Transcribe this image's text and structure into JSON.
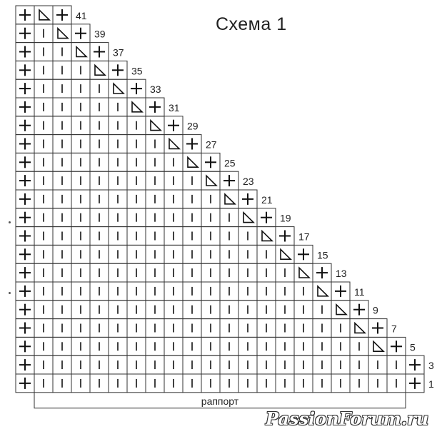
{
  "title": "Схема 1",
  "repeat_label": "раппорт",
  "watermark": "PassionForum.ru",
  "legend_icons": {
    "plus": "plus-stitch-icon",
    "bar": "bar-stitch-icon",
    "triangle": "decrease-triangle-icon"
  },
  "rows": [
    {
      "number": "41",
      "bars": 0
    },
    {
      "number": "39",
      "bars": 1
    },
    {
      "number": "37",
      "bars": 2
    },
    {
      "number": "35",
      "bars": 3
    },
    {
      "number": "33",
      "bars": 4
    },
    {
      "number": "31",
      "bars": 5
    },
    {
      "number": "29",
      "bars": 6
    },
    {
      "number": "27",
      "bars": 7
    },
    {
      "number": "25",
      "bars": 8
    },
    {
      "number": "23",
      "bars": 9
    },
    {
      "number": "21",
      "bars": 10
    },
    {
      "number": "19",
      "bars": 11
    },
    {
      "number": "17",
      "bars": 12
    },
    {
      "number": "15",
      "bars": 13
    },
    {
      "number": "13",
      "bars": 14
    },
    {
      "number": "11",
      "bars": 15
    },
    {
      "number": "9",
      "bars": 16
    },
    {
      "number": "7",
      "bars": 17
    },
    {
      "number": "5",
      "bars": 18
    },
    {
      "number": "3",
      "bars": 20,
      "no_triangle": true
    },
    {
      "number": "1",
      "bars": 20,
      "no_triangle": true
    }
  ]
}
